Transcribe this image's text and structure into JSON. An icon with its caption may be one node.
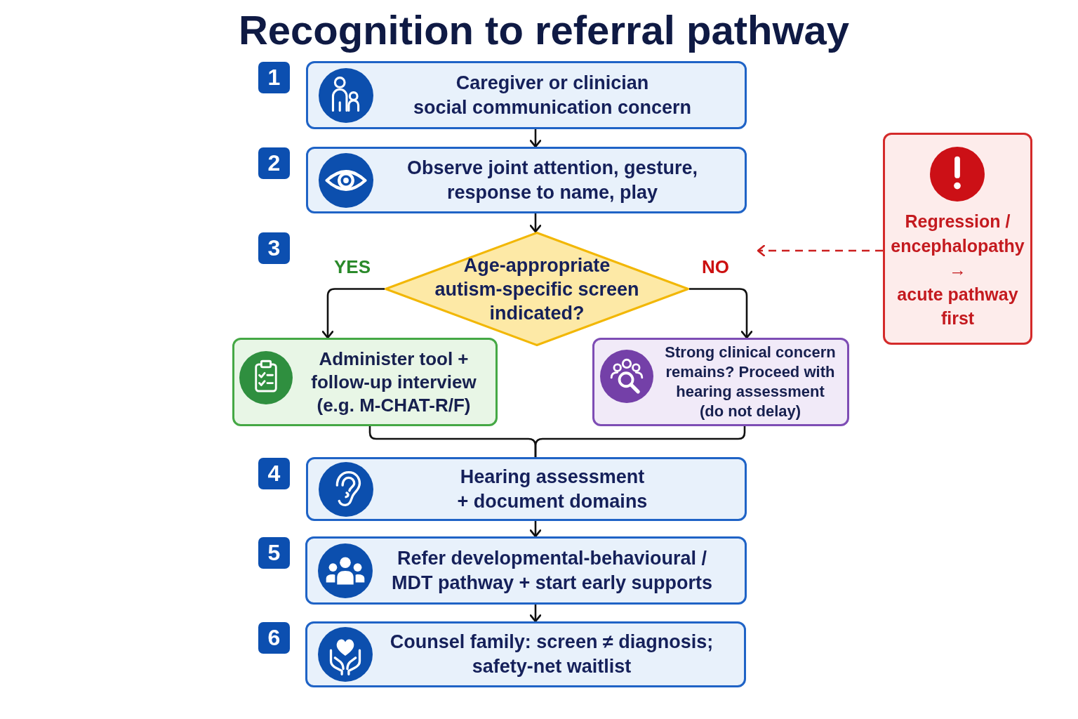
{
  "diagram": {
    "title": "Recognition to referral pathway",
    "nodes": [
      {
        "text": [
          "Caregiver or clinician social communication concern"
        ],
        "beside": [
          "1"
        ]
      },
      {
        "text": [
          "Observe joint attention, gesture, response to name, play"
        ],
        "beside": [
          "2"
        ]
      },
      {
        "text": [
          "Age-appropriate autism-specific screen indicated?"
        ]
      },
      {
        "text": [
          "Administer tool + follow-up interview (e.g. M-CHAT-R/F)"
        ]
      },
      {
        "text": [
          "Strong clinical concern remains? Proceed with hearing assessment (do not delay)"
        ]
      },
      {
        "text": [
          "Hearing assessment + document domains"
        ],
        "beside": [
          "4"
        ]
      },
      {
        "text": [
          "Refer developmental-behavioural / MDT pathway + start early supports"
        ],
        "beside": [
          "5"
        ]
      },
      {
        "text": [
          "Counsel family: screen ≠ diagnosis; safety-net waitlist"
        ],
        "beside": [
          "6"
        ]
      },
      {
        "text": [
          "Regression / encephalopathy → acute pathway first"
        ]
      }
    ],
    "edges": [
      {
        "from": 0,
        "to": 1,
        "arrow": "to"
      },
      {
        "from": 1,
        "to": 2,
        "arrow": "to"
      },
      {
        "from": 2,
        "to": 3,
        "arrow": "to",
        "label": "YES"
      },
      {
        "from": 2,
        "to": 4,
        "arrow": "to",
        "label": "NO"
      },
      {
        "from": 3,
        "to": 5,
        "arrow": "none"
      },
      {
        "from": 4,
        "to": 5,
        "arrow": "none"
      },
      {
        "from": 5,
        "to": 6,
        "arrow": "to"
      },
      {
        "from": 6,
        "to": 7,
        "arrow": "to"
      },
      {
        "from": 8,
        "to": null,
        "arrow": "to",
        "style": "dashed",
        "color": "#cc1f1f"
      }
    ],
    "labels": [
      "3"
    ]
  }
}
